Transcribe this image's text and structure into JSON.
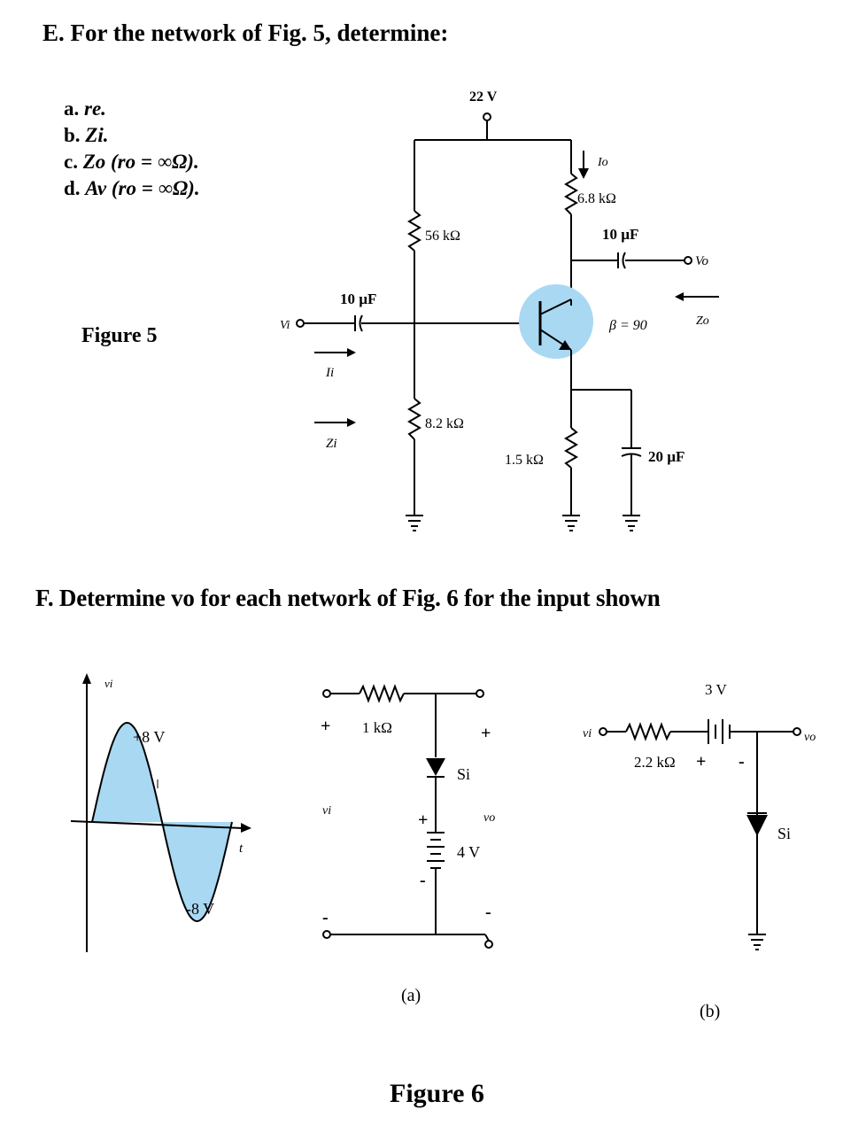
{
  "section_e": {
    "heading": "E. For the network of Fig. 5, determine:",
    "items": [
      {
        "marker": "a.",
        "text": "re."
      },
      {
        "marker": "b.",
        "text": "Zi."
      },
      {
        "marker": "c.",
        "text": "Zo (ro = ∞Ω)."
      },
      {
        "marker": "d.",
        "text": "Av (ro = ∞Ω)."
      }
    ],
    "figure_caption": "Figure 5"
  },
  "figure5": {
    "supply": "22 V",
    "r_top_left": "56 kΩ",
    "r_bottom_left": "8.2 kΩ",
    "r_collector": "6.8 kΩ",
    "r_emitter": "1.5 kΩ",
    "c_in": "10 µF",
    "c_out": "10 µF",
    "c_emitter": "20 µF",
    "beta": "β = 90",
    "vi": "Vi",
    "ii": "Ii",
    "zi": "Zi",
    "io": "Io",
    "vo": "Vo",
    "zo": "Zo"
  },
  "section_f": {
    "heading": "F. Determine vo for each network of Fig. 6 for the input shown",
    "figure_caption": "Figure 6"
  },
  "waveform": {
    "vi": "vi",
    "pos": "+8 V",
    "neg": "-8 V",
    "t": "t",
    "peak_v": 8,
    "trough_v": -8
  },
  "network_a": {
    "resistor": "1 kΩ",
    "diode": "Si",
    "battery": "4 V",
    "vi": "vi",
    "vo": "vo",
    "plus": "+",
    "minus": "-",
    "caption": "(a)"
  },
  "network_b": {
    "vi": "vi",
    "resistor": "2.2 kΩ",
    "battery": "3 V",
    "diode": "Si",
    "vo": "vo",
    "plus": "+",
    "minus": "-",
    "caption": "(b)"
  },
  "colors": {
    "ink": "#000000",
    "highlight": "#a9d8f2"
  }
}
